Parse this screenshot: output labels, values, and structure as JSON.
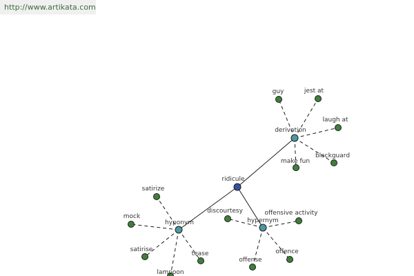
{
  "header": {
    "url": "http://www.artikata.com"
  },
  "colors": {
    "center": "#3a4fa0",
    "relation": "#4a9aa0",
    "word": "#3f7f3a",
    "edge": "#1a1a1a"
  },
  "graph": {
    "center": {
      "id": "ridicule",
      "label": "ridicule"
    },
    "relations": [
      {
        "id": "derivation",
        "label": "derivation"
      },
      {
        "id": "hyponym",
        "label": "hyponym"
      },
      {
        "id": "hypernym",
        "label": "hypernym"
      }
    ],
    "words": [
      {
        "id": "guy",
        "label": "guy",
        "rel": "derivation"
      },
      {
        "id": "jest-at",
        "label": "jest at",
        "rel": "derivation"
      },
      {
        "id": "laugh-at",
        "label": "laugh at",
        "rel": "derivation"
      },
      {
        "id": "blackguard",
        "label": "blackguard",
        "rel": "derivation"
      },
      {
        "id": "make-fun",
        "label": "make fun",
        "rel": "derivation"
      },
      {
        "id": "satirize",
        "label": "satirize",
        "rel": "hyponym"
      },
      {
        "id": "mock",
        "label": "mock",
        "rel": "hyponym"
      },
      {
        "id": "satirise",
        "label": "satirise",
        "rel": "hyponym"
      },
      {
        "id": "lampoon",
        "label": "lampoon",
        "rel": "hyponym"
      },
      {
        "id": "tease",
        "label": "tease",
        "rel": "hyponym"
      },
      {
        "id": "discourtesy",
        "label": "discourtesy",
        "rel": "hypernym"
      },
      {
        "id": "offensive-activity",
        "label": "offensive activity",
        "rel": "hypernym"
      },
      {
        "id": "offence",
        "label": "offence",
        "rel": "hypernym"
      },
      {
        "id": "offense",
        "label": "offense",
        "rel": "hypernym"
      }
    ]
  }
}
